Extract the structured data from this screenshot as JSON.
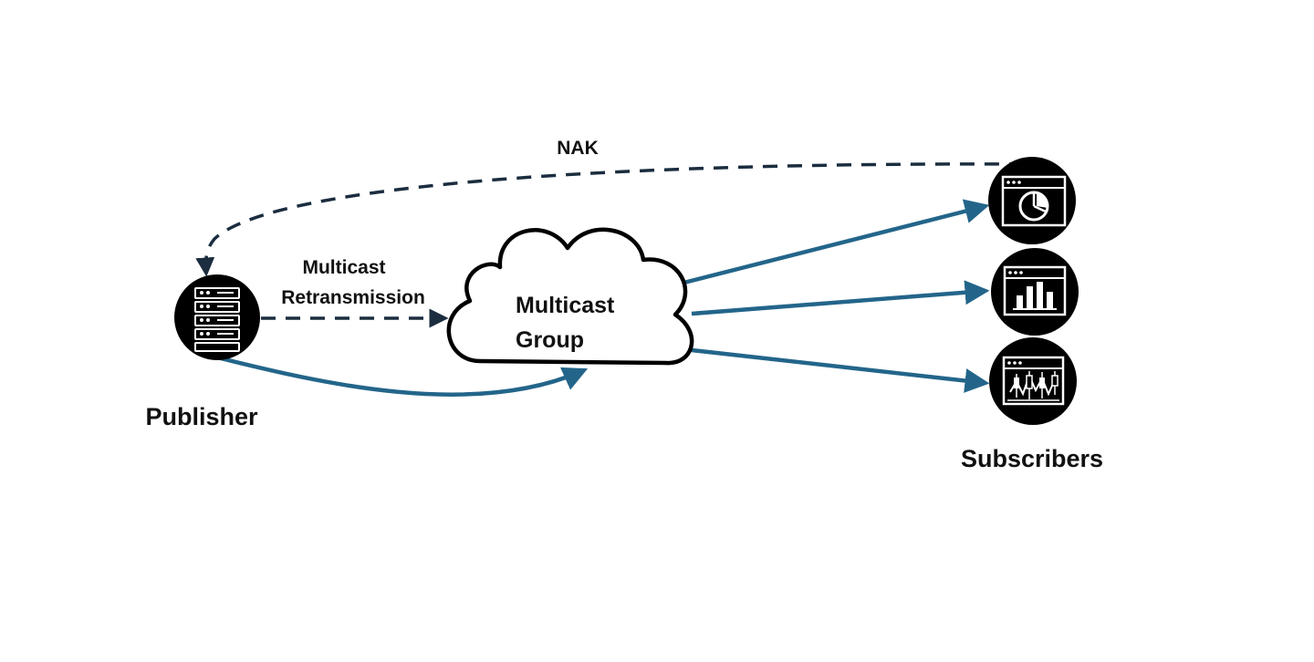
{
  "labels": {
    "nak": "NAK",
    "retransmission_line1": "Multicast",
    "retransmission_line2": "Retransmission",
    "cloud_line1": "Multicast",
    "cloud_line2": "Group",
    "publisher": "Publisher",
    "subscribers": "Subscribers"
  },
  "icons": {
    "publisher": "server-icon",
    "subscriber_1": "pie-chart-window-icon",
    "subscriber_2": "bar-chart-window-icon",
    "subscriber_3": "candlestick-chart-window-icon",
    "cloud": "cloud-icon"
  },
  "colors": {
    "solid_arrow": "#23658a",
    "dashed_arrow": "#1b2d3f",
    "node_fill": "#000000",
    "text": "#111111"
  }
}
